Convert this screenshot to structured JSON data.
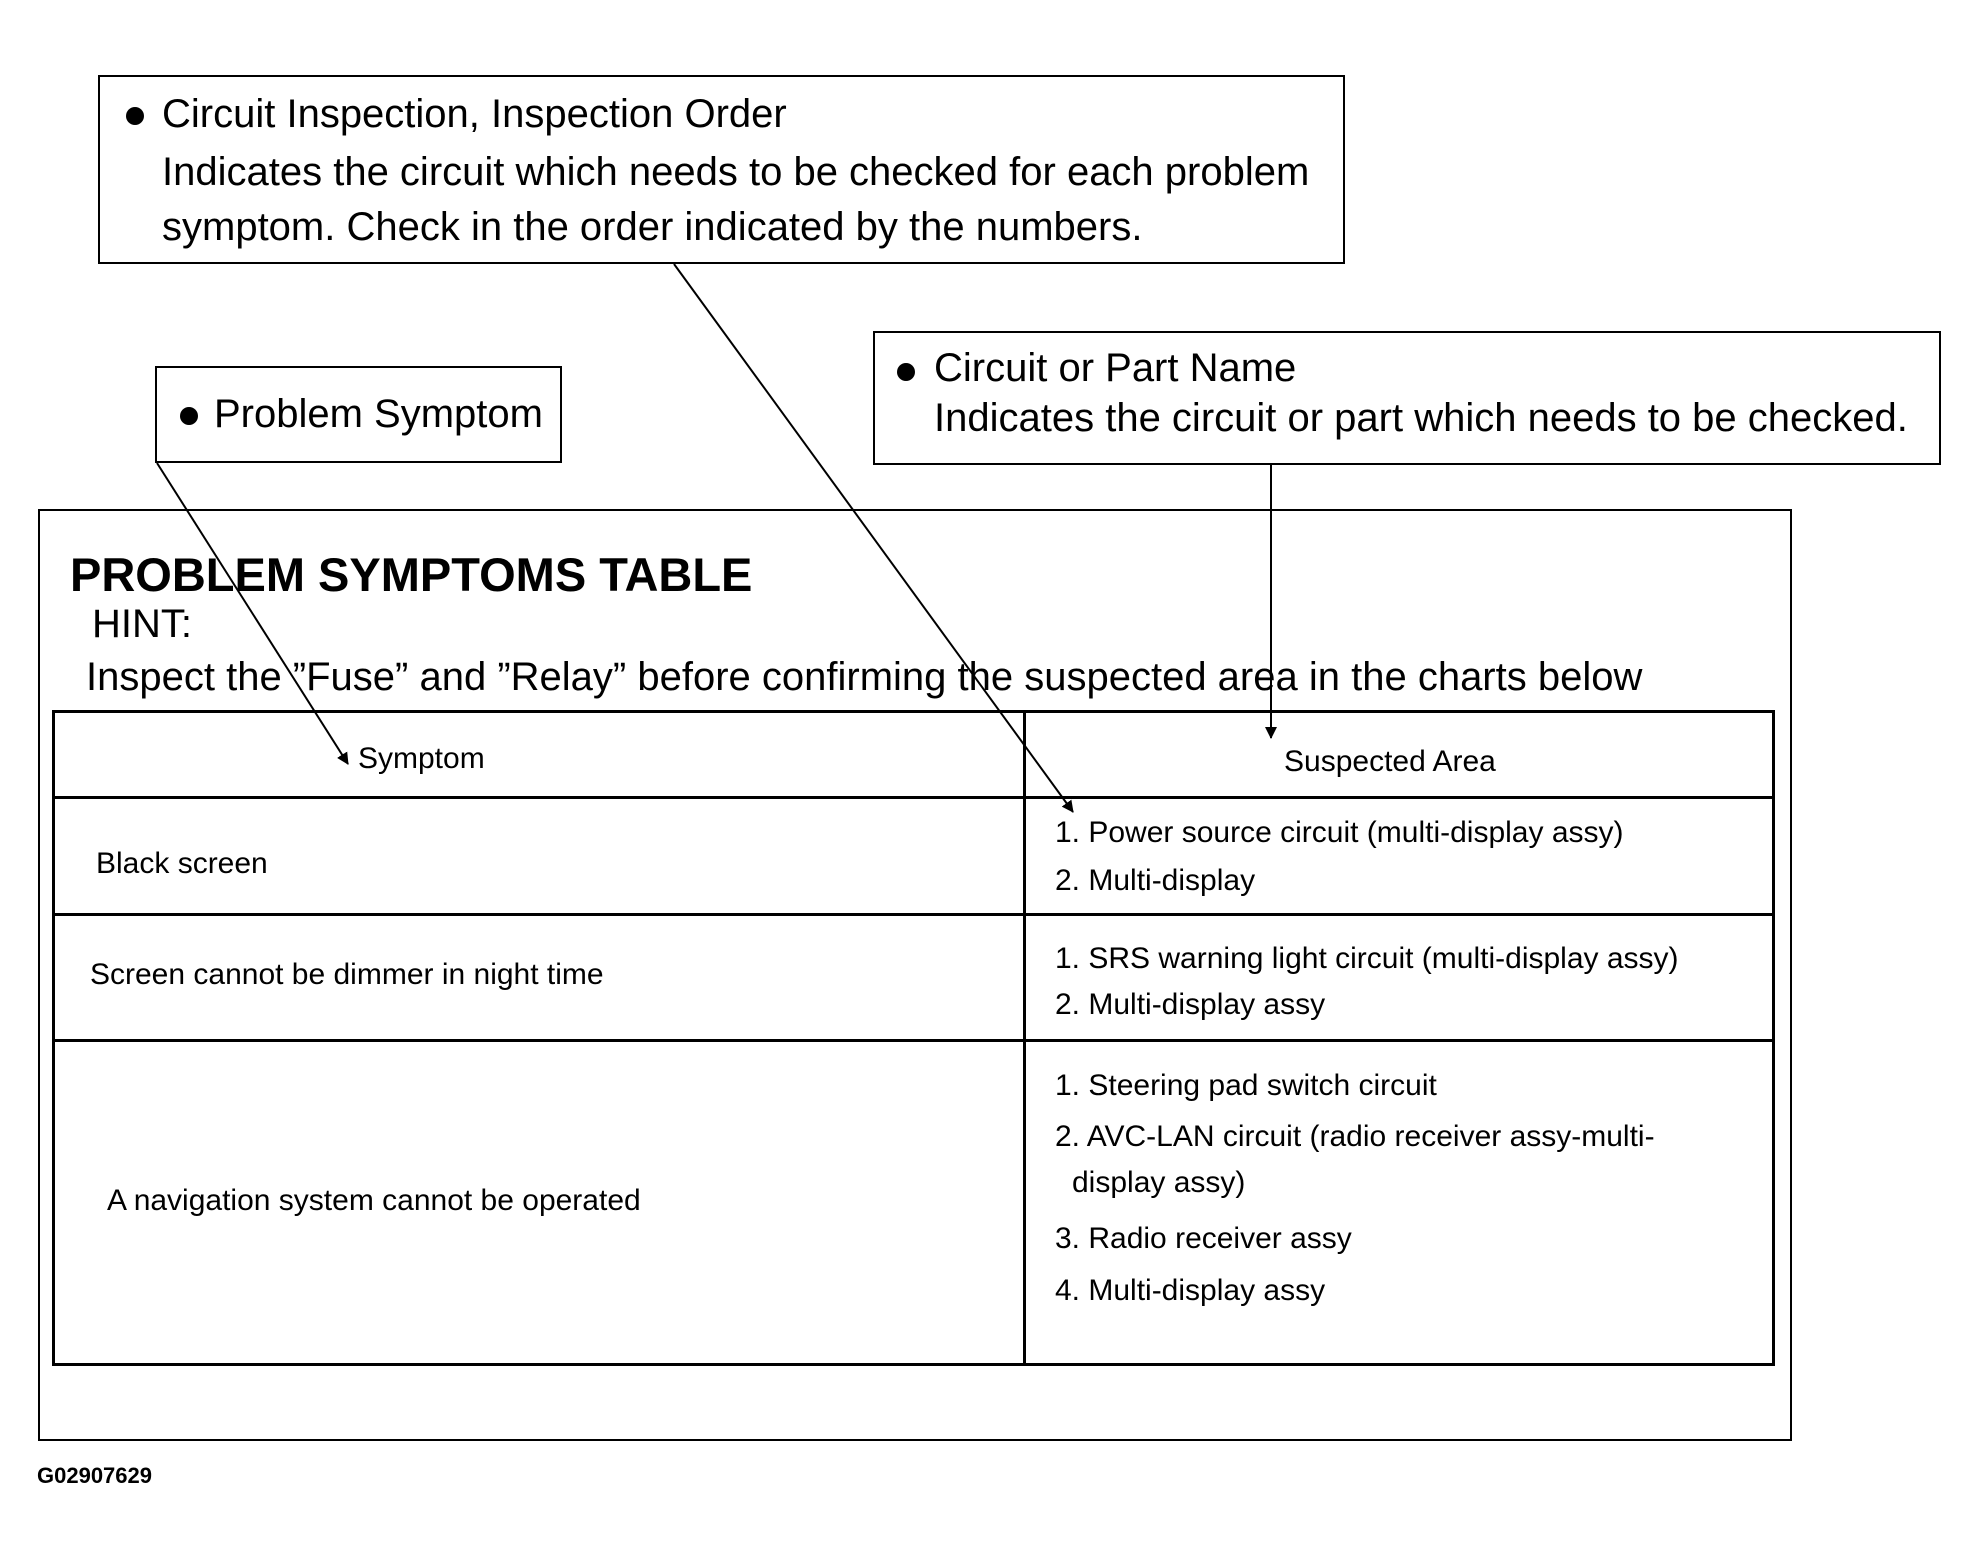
{
  "callouts": {
    "inspection_order": {
      "heading": "Circuit Inspection, Inspection Order",
      "lines": [
        "Indicates the circuit which needs to be checked for each problem",
        "symptom. Check in the order indicated by the numbers."
      ]
    },
    "problem_symptom": {
      "heading": "Problem Symptom"
    },
    "circuit_part_name": {
      "heading": "Circuit or Part Name",
      "lines": [
        "Indicates the circuit or part which needs to be checked."
      ]
    }
  },
  "panel": {
    "title": "PROBLEM SYMPTOMS TABLE",
    "hint_label": "HINT:",
    "hint_text": "Inspect the ”Fuse” and ”Relay” before confirming the suspected area in the charts below"
  },
  "table": {
    "headers": [
      "Symptom",
      "Suspected Area"
    ],
    "rows": [
      {
        "symptom": "Black screen",
        "areas": [
          "1. Power source circuit (multi-display assy)",
          "2. Multi-display"
        ]
      },
      {
        "symptom": "Screen cannot be dimmer in night time",
        "areas": [
          "1. SRS warning light circuit (multi-display assy)",
          "2. Multi-display assy"
        ]
      },
      {
        "symptom": "A navigation system cannot be operated",
        "areas": [
          "1. Steering pad switch circuit",
          "2. AVC-LAN circuit (radio receiver assy-multi-",
          "display assy)",
          "3. Radio receiver assy",
          "4. Multi-display assy"
        ]
      }
    ]
  },
  "figure_id": "G02907629"
}
